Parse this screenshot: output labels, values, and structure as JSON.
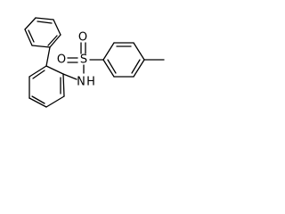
{
  "molecule": {
    "atoms": {
      "o_top": "O",
      "o_left": "O",
      "sulfur": "S",
      "nitrogen": "N",
      "hydrogen": "H"
    },
    "colors": {
      "bond": "#000000",
      "label": "#000000",
      "background": "#ffffff"
    }
  }
}
